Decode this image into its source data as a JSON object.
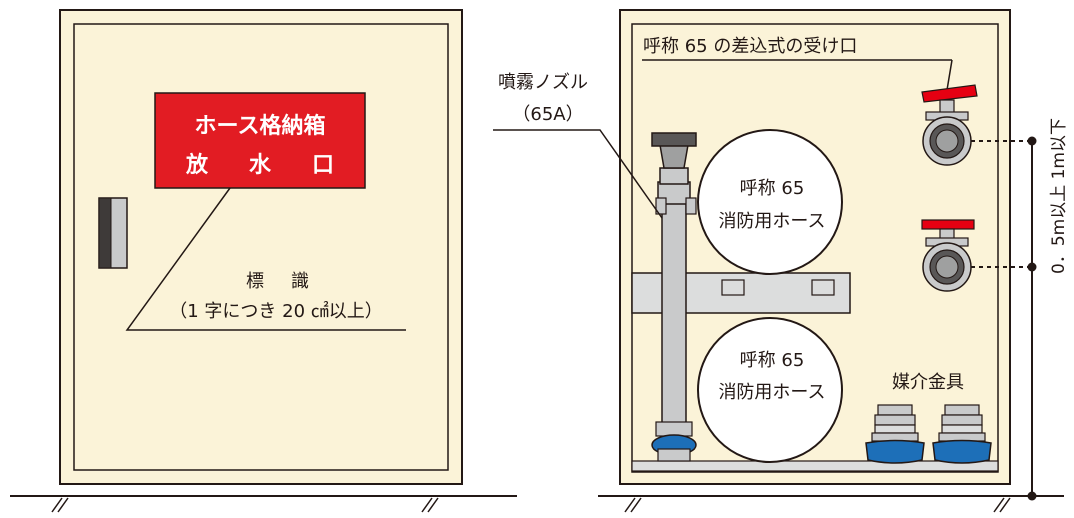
{
  "left_cabinet": {
    "sign": {
      "line1": "ホース格納箱",
      "line2_chars": [
        "放",
        "水",
        "口"
      ]
    },
    "label": {
      "title_chars": [
        "標",
        "識"
      ],
      "note": "（1 字につき 20 ㎠以上）"
    }
  },
  "right_cabinet": {
    "inlet_label": "呼称 65 の差込式の受け口",
    "nozzle_label": {
      "line1": "噴霧ノズル",
      "line2": "（65A）"
    },
    "hose_upper": {
      "line1": "呼称 65",
      "line2": "消防用ホース"
    },
    "hose_lower": {
      "line1": "呼称 65",
      "line2": "消防用ホース"
    },
    "adapter_label": "媒介金具",
    "height_label": "0．5m以上 1m以下"
  },
  "colors": {
    "cabinet_fill": "#fbf3d8",
    "outline": "#231815",
    "sign_red": "#e21c23",
    "valve_red": "#e60012",
    "coupling_blue": "#1d6fb8",
    "metal_gray": "#c9cacb",
    "panel_gray": "#dcdddd"
  }
}
